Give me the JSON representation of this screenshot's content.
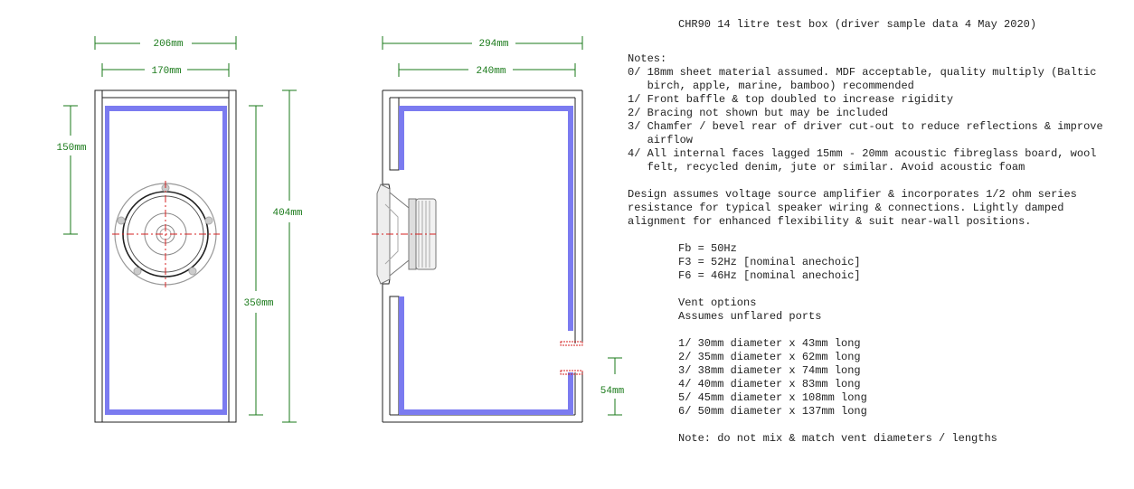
{
  "title": "CHR90 14 litre test box (driver sample data 4 May 2020)",
  "dimensions": {
    "front_outer_width": "206mm",
    "front_inner_width": "170mm",
    "driver_centre_from_top": "150mm",
    "outer_height": "404mm",
    "inner_height": "350mm",
    "side_outer_depth": "294mm",
    "side_inner_depth": "240mm",
    "vent_height": "54mm"
  },
  "notes": {
    "heading": "Notes:",
    "lines": [
      "0/ 18mm sheet material assumed. MDF acceptable, quality multiply (Baltic",
      "   birch, apple, marine, bamboo) recommended",
      "1/ Front baffle & top doubled to increase rigidity",
      "2/ Bracing not shown but may be included",
      "3/ Chamfer / bevel rear of driver cut-out to reduce reflections & improve",
      "   airflow",
      "4/ All internal faces lagged 15mm - 20mm acoustic fibreglass board, wool",
      "   felt, recycled denim, jute or similar. Avoid acoustic foam"
    ]
  },
  "design": {
    "lines": [
      "Design assumes voltage source amplifier & incorporates 1/2 ohm series",
      "resistance for typical speaker wiring & connections. Lightly damped",
      "alignment for enhanced flexibility & suit near-wall positions."
    ]
  },
  "tuning": {
    "lines": [
      "Fb = 50Hz",
      "F3 = 52Hz [nominal anechoic]",
      "F6 = 46Hz [nominal anechoic]"
    ]
  },
  "vents": {
    "heading": "Vent options",
    "subheading": "Assumes unflared ports",
    "lines": [
      "1/ 30mm diameter x 43mm long",
      "2/ 35mm diameter x 62mm long",
      "3/ 38mm diameter x 74mm long",
      "4/ 40mm diameter x 83mm long",
      "5/ 45mm diameter x 108mm long",
      "6/ 50mm diameter x 137mm long"
    ],
    "footer": "Note: do not mix & match vent diameters / lengths"
  },
  "colors": {
    "dimension": "#1a7a1a",
    "lagging": "#7b7bf0",
    "centerline": "#d42020",
    "panel": "#222222"
  }
}
